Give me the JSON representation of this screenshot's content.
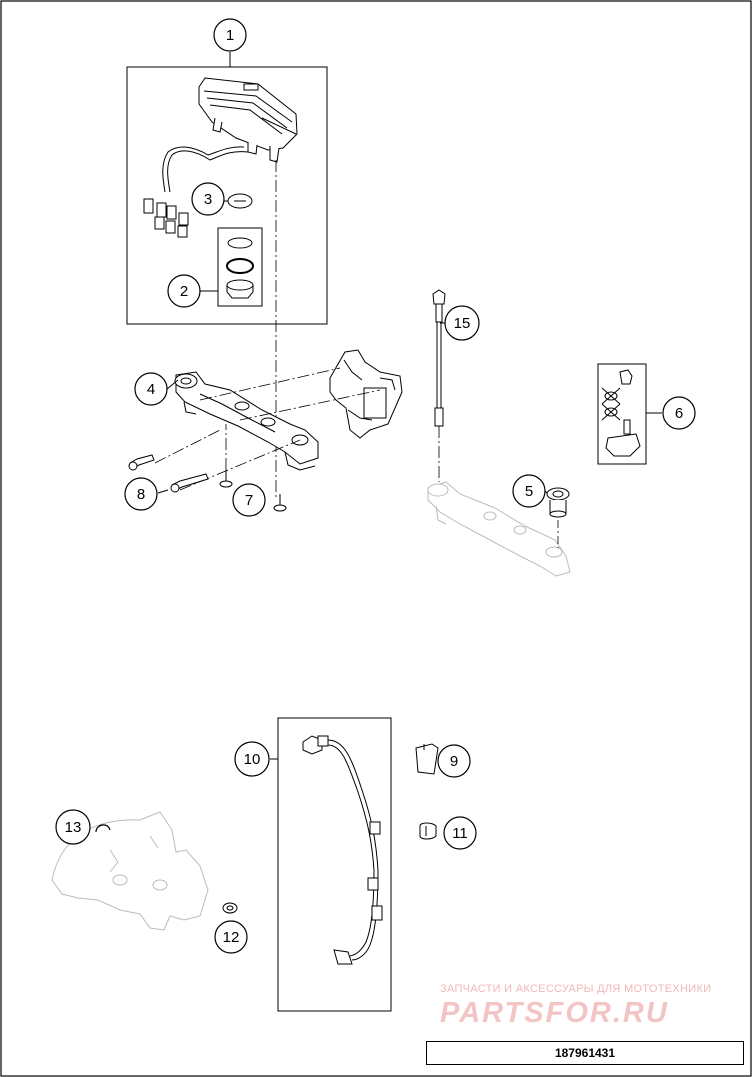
{
  "callouts": [
    {
      "n": "1"
    },
    {
      "n": "2"
    },
    {
      "n": "3"
    },
    {
      "n": "4"
    },
    {
      "n": "5"
    },
    {
      "n": "6"
    },
    {
      "n": "7"
    },
    {
      "n": "8"
    },
    {
      "n": "9"
    },
    {
      "n": "10"
    },
    {
      "n": "11"
    },
    {
      "n": "12"
    },
    {
      "n": "13"
    },
    {
      "n": "15"
    }
  ],
  "watermark": {
    "tagline": "ЗАПЧАСТИ И АКСЕССУАРЫ ДЛЯ МОТОТЕХНИКИ",
    "logo": "PARTSFOR.RU"
  },
  "drawing_number": "187961431",
  "colors": {
    "line": "#000000",
    "watermark": "#f3c4c4",
    "faded_part": "#bcbcbc"
  }
}
